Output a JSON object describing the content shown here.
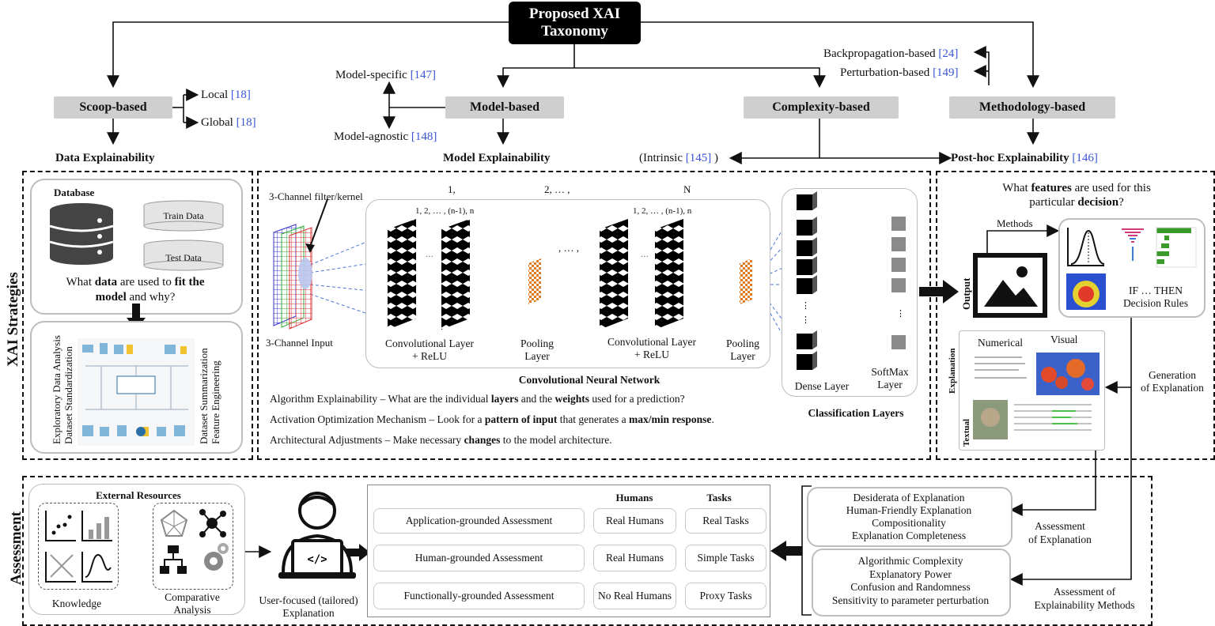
{
  "taxonomy": {
    "root": "Proposed XAI Taxonomy",
    "scoop": {
      "title": "Scoop-based",
      "local": "Local",
      "local_ref": "[18]",
      "global": "Global",
      "global_ref": "[18]",
      "output": "Data Explainability"
    },
    "model": {
      "title": "Model-based",
      "specific": "Model-specific",
      "specific_ref": "[147]",
      "agnostic": "Model-agnostic",
      "agnostic_ref": "[148]",
      "output": "Model Explainability"
    },
    "complexity": {
      "title": "Complexity-based",
      "intrinsic_open": "(Intrinsic",
      "intrinsic_ref": "[145]",
      "intrinsic_close": ")"
    },
    "methodology": {
      "title": "Methodology-based",
      "backprop": "Backpropagation-based",
      "backprop_ref": "[24]",
      "perturb": "Perturbation-based",
      "perturb_ref": "[149]",
      "output": "Post-hoc Explainability",
      "output_ref": "[146]"
    }
  },
  "strategies": {
    "side_label": "XAI Strategies",
    "data_panel": {
      "database": "Database",
      "train": "Train Data",
      "test": "Test Data",
      "question_pre": "What",
      "question_data": "data",
      "question_mid": "are used to",
      "question_fit": "fit the",
      "question_model": "model",
      "question_post": "and why?",
      "left_vertical_1": "Exploratory Data Analysis",
      "left_vertical_2": "Dataset Standardization",
      "right_vertical_1": "Dataset Summarization",
      "right_vertical_2": "Feature Engineering"
    },
    "cnn": {
      "filter_label": "3-Channel filter/kernel",
      "input_label": "3-Channel Input",
      "top_1": "1,",
      "top_2": "2, … ,",
      "top_n": "N",
      "maps_1": "1, 2, … , (n-1), n",
      "maps_2": "1, 2, … , (n-1), n",
      "dots_between": ", … ,",
      "conv1": "Convolutional Layer",
      "conv1b": "+ ReLU",
      "pool1": "Pooling",
      "pool1b": "Layer",
      "conv2": "Convolutional Layer",
      "conv2b": "+ ReLU",
      "pool2": "Pooling",
      "pool2b": "Layer",
      "title": "Convolutional Neural Network",
      "dense": "Dense Layer",
      "softmax": "SoftMax",
      "softmaxb": "Layer",
      "class_title": "Classification Layers",
      "line1_a": "Algorithm Explainability – What are the individual",
      "line1_b": "layers",
      "line1_c": "and the",
      "line1_d": "weights",
      "line1_e": "used for a prediction?",
      "line2_a": "Activation Optimization Mechanism – Look for a",
      "line2_b": "pattern of input",
      "line2_c": "that generates a",
      "line2_d": "max/min response",
      "line2_e": ".",
      "line3_a": "Architectural Adjustments – Make necessary",
      "line3_b": "changes",
      "line3_c": "to the model architecture."
    },
    "posthoc": {
      "q_a": "What",
      "q_b": "features",
      "q_c": "are used for this",
      "q_d": "particular",
      "q_e": "decision",
      "q_f": "?",
      "methods": "Methods",
      "output": "Output",
      "rules_1": "IF … THEN",
      "rules_2": "Decision Rules",
      "numerical": "Numerical",
      "visual": "Visual",
      "explanation": "Explanation",
      "textual": "Textual",
      "generation_1": "Generation",
      "generation_2": "of Explanation"
    }
  },
  "assessment": {
    "side_label": "Assessment",
    "external": "External Resources",
    "knowledge": "Knowledge",
    "comparative_1": "Comparative",
    "comparative_2": "Analysis",
    "user_1": "User-focused (tailored)",
    "user_2": "Explanation",
    "humans_header": "Humans",
    "tasks_header": "Tasks",
    "rows": [
      {
        "name": "Application-grounded Assessment",
        "humans": "Real Humans",
        "tasks": "Real Tasks"
      },
      {
        "name": "Human-grounded Assessment",
        "humans": "Real Humans",
        "tasks": "Simple Tasks"
      },
      {
        "name": "Functionally-grounded Assessment",
        "humans": "No Real Humans",
        "tasks": "Proxy Tasks"
      }
    ],
    "desiderata": [
      "Desiderata of Explanation",
      "Human-Friendly Explanation",
      "Compositionality",
      "Explanation Completeness"
    ],
    "methods_list": [
      "Algorithmic Complexity",
      "Explanatory Power",
      "Confusion and Randomness",
      "Sensitivity to parameter perturbation"
    ],
    "assess_expl_1": "Assessment",
    "assess_expl_2": "of Explanation",
    "assess_meth_1": "Assessment of",
    "assess_meth_2": "Explainability Methods"
  }
}
